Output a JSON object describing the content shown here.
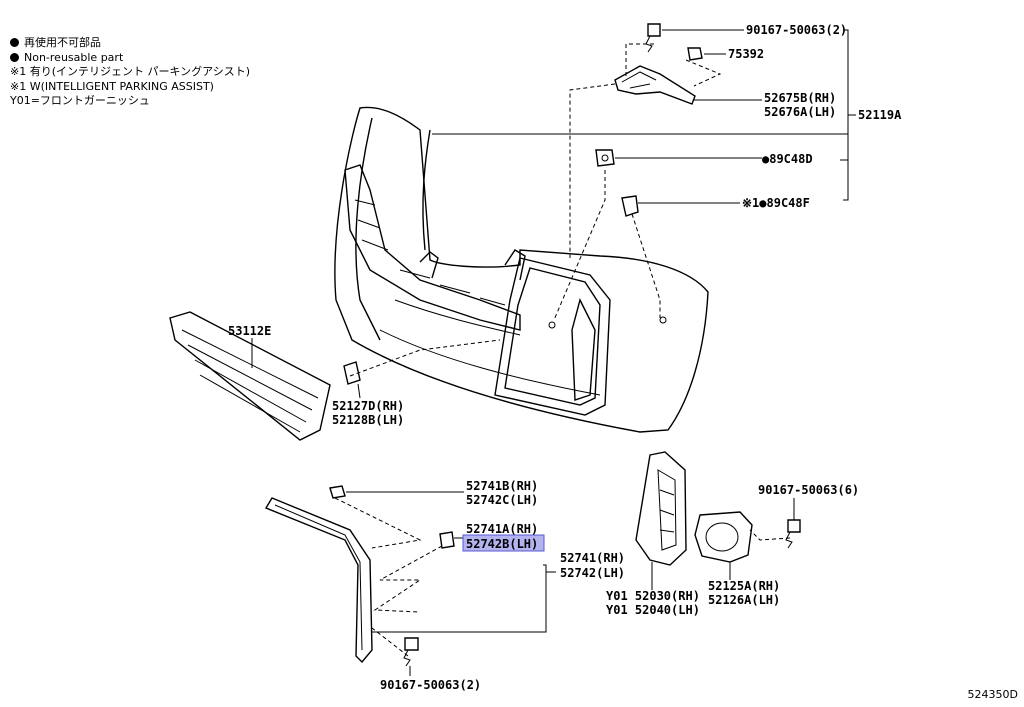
{
  "legend": {
    "jp_non_reusable": "再使用不可部品",
    "en_non_reusable": "Non-reusable part",
    "jp_ipa": "※1 有り(インテリジェント パーキングアシスト)",
    "en_ipa": "※1 W(INTELLIGENT PARKING ASSIST)",
    "y01": "Y01=フロントガーニッシュ"
  },
  "labels": {
    "p90167_top": "90167-50063(2)",
    "p75392": "75392",
    "p52675b": "52675B(RH)",
    "p52676a": "52676A(LH)",
    "p52119a": "52119A",
    "p89c48d": "●89C48D",
    "p89c48f": "※1●89C48F",
    "p53112e": "53112E",
    "p52127d": "52127D(RH)",
    "p52128b": "52128B(LH)",
    "p52741b": "52741B(RH)",
    "p52742c": "52742C(LH)",
    "p52741a": "52741A(RH)",
    "p52742b": "52742B(LH)",
    "p52741": "52741(RH)",
    "p52742": "52742(LH)",
    "p52030": "Y01 52030(RH)",
    "p52040": "Y01 52040(LH)",
    "p90167_right": "90167-50063(6)",
    "p52125a": "52125A(RH)",
    "p52126a": "52126A(LH)",
    "p90167_bottom": "90167-50063(2)"
  },
  "diagram_code": "524350D"
}
